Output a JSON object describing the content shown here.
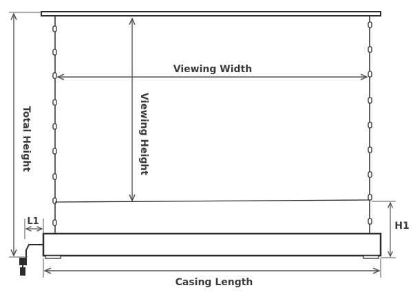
{
  "labels": {
    "viewing_width": "Viewing Width",
    "viewing_height": "Viewing Height",
    "total_height": "Total Height",
    "casing_length": "Casing Length",
    "l1": "L1",
    "h1": "H1"
  },
  "colors": {
    "line": "#2b2b2b",
    "dimension": "#555555",
    "label": "#3a3a3a",
    "background": "#ffffff"
  }
}
